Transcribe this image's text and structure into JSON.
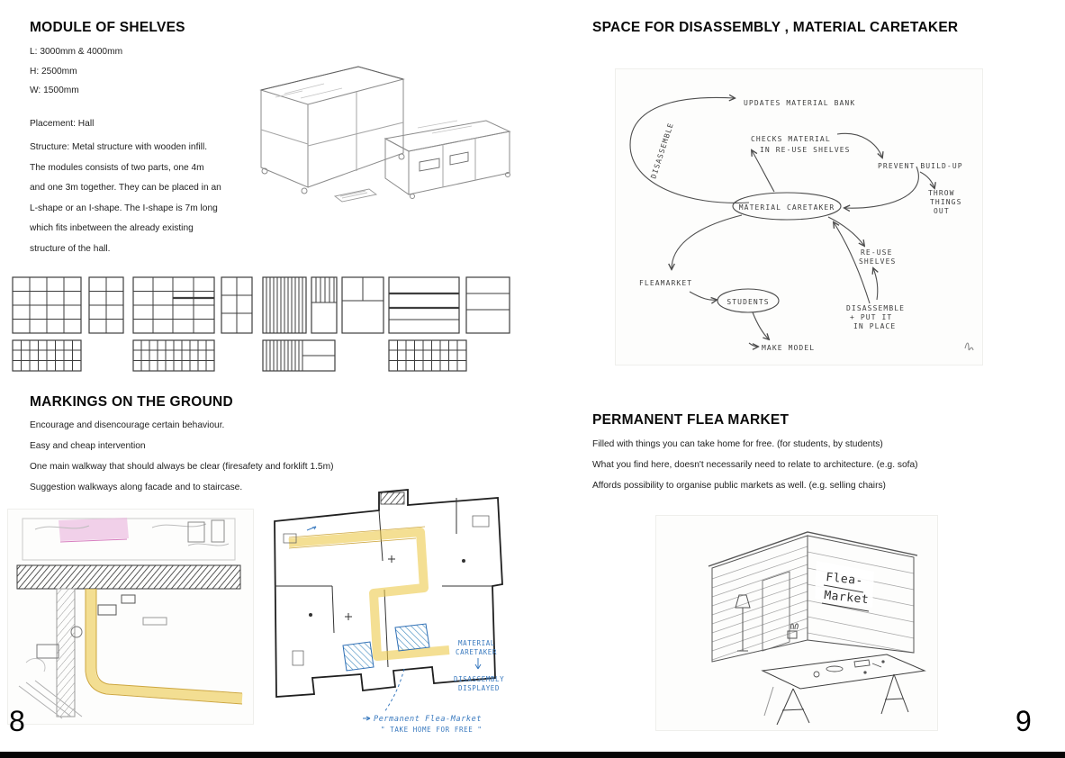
{
  "colors": {
    "ink": "#1c1c1c",
    "pencil": "#8a8a8a",
    "walkway_yellow": "#ecc94b",
    "annotation_blue": "#3a7abf",
    "hatch_blue": "#4a90c2"
  },
  "page_left": {
    "page_number": "8",
    "shelves": {
      "title": "MODULE OF SHELVES",
      "specs": [
        "L: 3000mm & 4000mm",
        "H: 2500mm",
        "W: 1500mm"
      ],
      "placement": "Placement: Hall",
      "description": [
        "Structure: Metal structure with wooden infill.",
        "The modules consists of two parts, one 4m",
        "and one 3m together. They can be placed in an",
        "L-shape or an I-shape. The I-shape is 7m long",
        "which fits inbetween the already existing",
        "structure of the hall."
      ]
    },
    "markings": {
      "title": "MARKINGS ON THE GROUND",
      "lines": [
        "Encourage and disencourage certain behaviour.",
        "Easy and cheap intervention",
        "One main walkway that should always be clear (firesafety and forklift 1.5m)",
        "Suggestion walkways along facade and to staircase."
      ]
    },
    "plan_annotations": {
      "caretaker_line1": "MATERIAL",
      "caretaker_line2": "CARETAKER",
      "caretaker_line3": "DISASSEMBLY",
      "caretaker_line4": "DISPLAYED",
      "flea_label": "Permanent Flea-Market",
      "flea_quote": "\" TAKE HOME FOR FREE \""
    }
  },
  "page_right": {
    "page_number": "9",
    "disassembly": {
      "title": "SPACE FOR DISASSEMBLY , MATERIAL CARETAKER",
      "nodes": {
        "material_caretaker": "MATERIAL CARETAKER",
        "students": "STUDENTS",
        "fleamarket": "FLEAMARKET"
      },
      "labels": {
        "updates_bank": "UPDATES MATERIAL BANK",
        "checks_1": "CHECKS MATERIAL",
        "checks_2": "IN RE-USE SHELVES",
        "prevent": "PREVENT BUILD-UP",
        "throw_1": "THROW",
        "throw_2": "THINGS",
        "throw_3": "OUT",
        "disassemble_side": "DISASSEMBLE",
        "reuse_1": "RE-USE",
        "reuse_2": "SHELVES",
        "disassemble_place_1": "DISASSEMBLE",
        "disassemble_place_2": "+ PUT IT",
        "disassemble_place_3": "IN PLACE",
        "make_model": "MAKE MODEL"
      }
    },
    "flea_market": {
      "title": "PERMANENT FLEA MARKET",
      "lines": [
        "Filled with things you can take home for free. (for students, by students)",
        "What you find here, doesn't necessarily need to relate to architecture. (e.g. sofa)",
        "Affords possibility to organise public markets as well. (e.g. selling chairs)"
      ],
      "sign_line1": "Flea-",
      "sign_line2": "Market"
    }
  }
}
